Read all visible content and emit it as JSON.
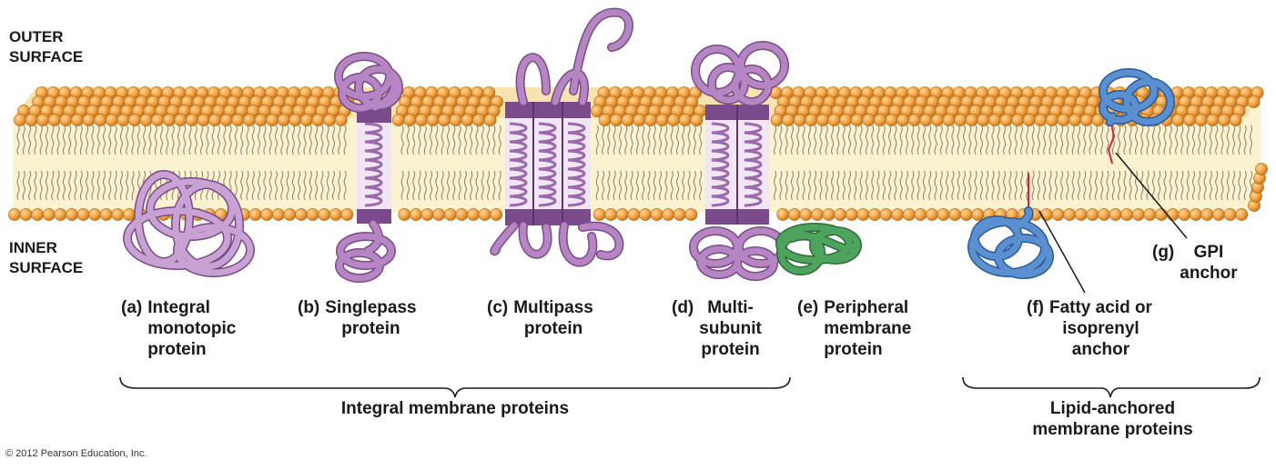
{
  "surfaces": {
    "outer": [
      "OUTER",
      "SURFACE"
    ],
    "inner": [
      "INNER",
      "SURFACE"
    ]
  },
  "captions": [
    {
      "letter": "(a)",
      "lines": [
        "Integral",
        "monotopic",
        "protein"
      ]
    },
    {
      "letter": "(b)",
      "lines": [
        "Singlepass",
        "protein"
      ]
    },
    {
      "letter": "(c)",
      "lines": [
        "Multipass",
        "protein"
      ]
    },
    {
      "letter": "(d)",
      "lines": [
        "Multi-",
        "subunit",
        "protein"
      ]
    },
    {
      "letter": "(e)",
      "lines": [
        "Peripheral",
        "membrane",
        "protein"
      ]
    },
    {
      "letter": "(f)",
      "lines": [
        "Fatty acid or",
        "isoprenyl",
        "anchor"
      ]
    },
    {
      "letter": "(g)",
      "lines": [
        "GPI",
        "anchor"
      ]
    }
  ],
  "groups": {
    "integral": "Integral membrane proteins",
    "lipid": [
      "Lipid-anchored",
      "membrane proteins"
    ]
  },
  "copyright": "© 2012 Pearson Education, Inc.",
  "colors": {
    "head": "#f0a040",
    "head_dark": "#c07018",
    "tail_band": "#fbf2cf",
    "integral_protein": "#b586c2",
    "integral_protein_dark": "#7a4a8a",
    "helix_light": "#e6d4ee",
    "peripheral_protein": "#4ea45e",
    "lipid_anchored_protein": "#5a8fd0",
    "anchor_line": "#e02040"
  }
}
